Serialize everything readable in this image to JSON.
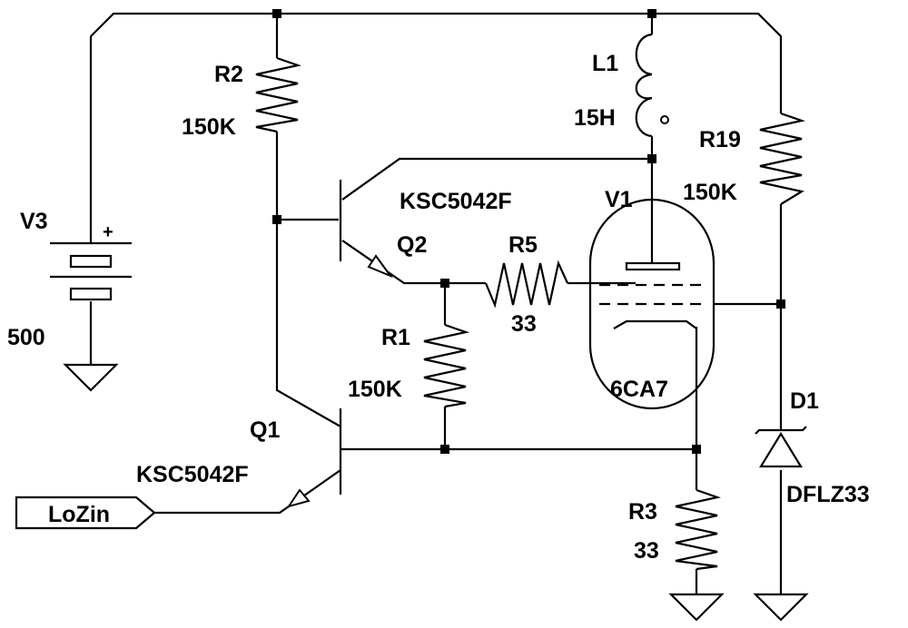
{
  "components": {
    "v3": {
      "ref": "V3",
      "value": "500",
      "plus": "+"
    },
    "r2": {
      "ref": "R2",
      "value": "150K"
    },
    "l1": {
      "ref": "L1",
      "value": "15H"
    },
    "r19": {
      "ref": "R19",
      "value": "150K"
    },
    "q2": {
      "ref": "Q2",
      "part": "KSC5042F"
    },
    "v1": {
      "ref": "V1",
      "part": "6CA7"
    },
    "r5": {
      "ref": "R5",
      "value": "33"
    },
    "r1": {
      "ref": "R1",
      "value": "150K"
    },
    "q1": {
      "ref": "Q1",
      "part": "KSC5042F"
    },
    "d1": {
      "ref": "D1",
      "part": "DFLZ33"
    },
    "r3": {
      "ref": "R3",
      "value": "33"
    }
  },
  "ports": {
    "lozin": "LoZin"
  }
}
